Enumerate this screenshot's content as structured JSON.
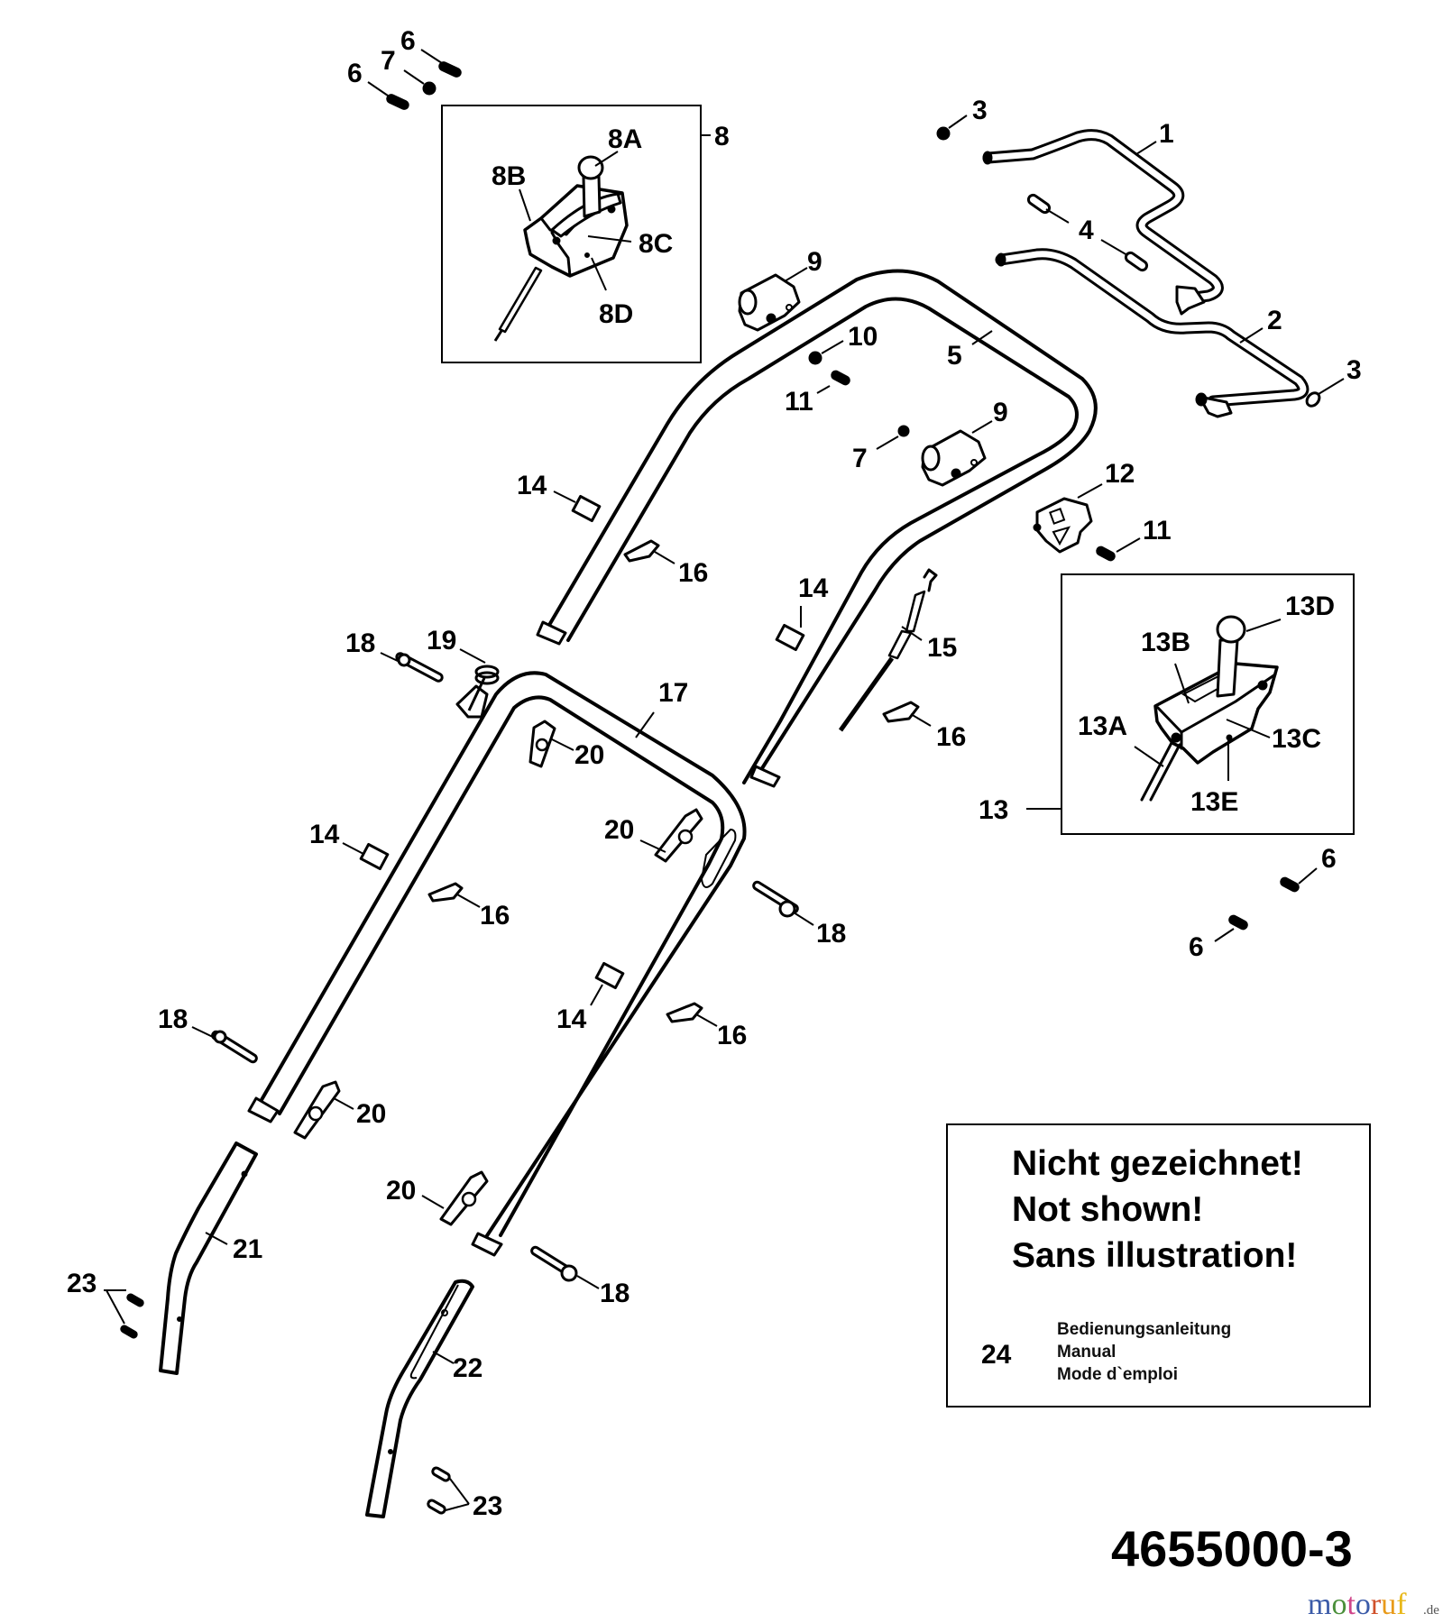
{
  "diagram": {
    "document_number": "4655000-3",
    "callouts": {
      "c1": "1",
      "c2": "2",
      "c3a": "3",
      "c3b": "3",
      "c4": "4",
      "c5": "5",
      "c6a": "6",
      "c6b": "6",
      "c6c": "6",
      "c6d": "6",
      "c7a": "7",
      "c7b": "7",
      "c8": "8",
      "c8A": "8A",
      "c8B": "8B",
      "c8C": "8C",
      "c8D": "8D",
      "c9a": "9",
      "c9b": "9",
      "c10": "10",
      "c11a": "11",
      "c11b": "11",
      "c12": "12",
      "c13": "13",
      "c13A": "13A",
      "c13B": "13B",
      "c13C": "13C",
      "c13D": "13D",
      "c13E": "13E",
      "c14a": "14",
      "c14b": "14",
      "c14c": "14",
      "c14d": "14",
      "c15": "15",
      "c16a": "16",
      "c16b": "16",
      "c16c": "16",
      "c16d": "16",
      "c17": "17",
      "c18a": "18",
      "c18b": "18",
      "c18c": "18",
      "c18d": "18",
      "c19": "19",
      "c20a": "20",
      "c20b": "20",
      "c20c": "20",
      "c20d": "20",
      "c21": "21",
      "c22": "22",
      "c23a": "23",
      "c23b": "23"
    }
  },
  "not_shown_box": {
    "heading_lines": [
      "Nicht gezeichnet!",
      "Not shown!",
      "Sans illustration!"
    ],
    "item_number": "24",
    "item_lines": [
      "Bedienungsanleitung",
      "Manual",
      "Mode d`emploi"
    ]
  },
  "watermark": {
    "letters": [
      "m",
      "o",
      "t",
      "o",
      "r",
      "u",
      "f"
    ],
    "colors": [
      "#3b5ba8",
      "#4a8f3a",
      "#d0458a",
      "#3b5ba8",
      "#d0502a",
      "#e89a1a",
      "#e8b81a"
    ],
    "suffix": ".de"
  }
}
